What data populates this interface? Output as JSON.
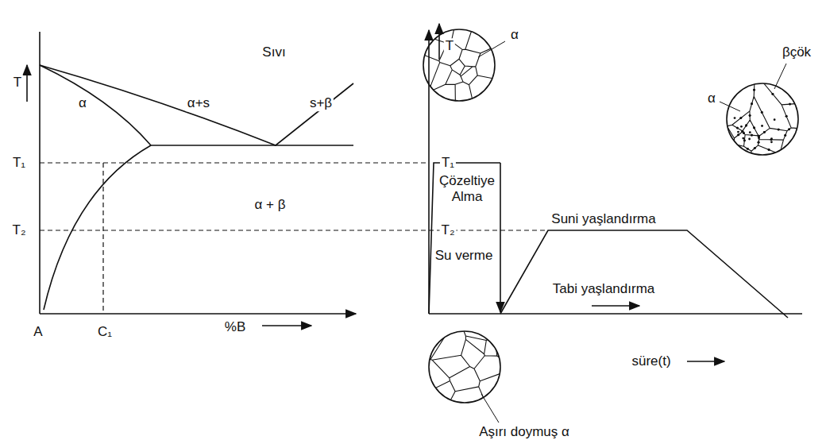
{
  "diagram": {
    "labels": [
      "T",
      "Sıvı",
      "α",
      "α+s",
      "s+β",
      "T₁",
      "α + β",
      "T₂",
      "A",
      "C₁",
      "%B",
      "T",
      "α",
      "T₁",
      "Çözeltiye Alma",
      "Suni yaşlandırma",
      "βçök",
      "α",
      "T₂",
      "Su verme",
      "Tabi yaşlandırma",
      "süre(t)",
      "Aşırı doymuş α"
    ]
  }
}
